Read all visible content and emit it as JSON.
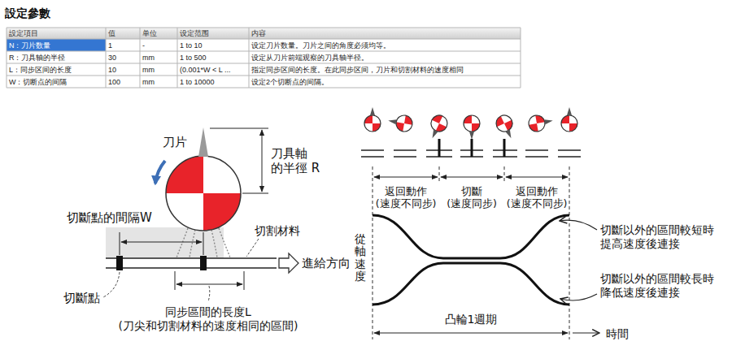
{
  "diagram": {
    "title": "設定參數",
    "labels": [
      "設定項目",
      "值",
      "单位",
      "设定范围",
      "内容",
      "N：刀片数量",
      "1",
      "-",
      "1 to 10",
      "设定刀片数量。刀片之间的角度必须均等。",
      "R：刀具轴的半径",
      "30",
      "mm",
      "1 to 500",
      "设定从刀片前端观察的刀具轴半径。",
      "L：同步区间的长度",
      "10",
      "mm",
      "(0.001*W < L ...",
      "指定同步区间的长度。在此同步区间，刀片和切割材料的速度相同",
      "W：切断点的间隔",
      "100",
      "mm",
      "1 to 10000",
      "设定2个切断点的间隔。",
      "刀片",
      "刀具軸 的半徑 R",
      "切斷點的間隔W",
      "切割材料",
      "進給方向",
      "切斷點",
      "同步區間的長度L (刀尖和切割材料的速度相同的區間)",
      "返回動作 (速度不同步)",
      "切斷 (速度同步)",
      "返回動作 (速度不同步)",
      "從軸速度",
      "切斷以外的區間較短時 提高速度後連接",
      "切斷以外的區間較長時 降低速度後連接",
      "凸輪1週期",
      "時間"
    ]
  }
}
